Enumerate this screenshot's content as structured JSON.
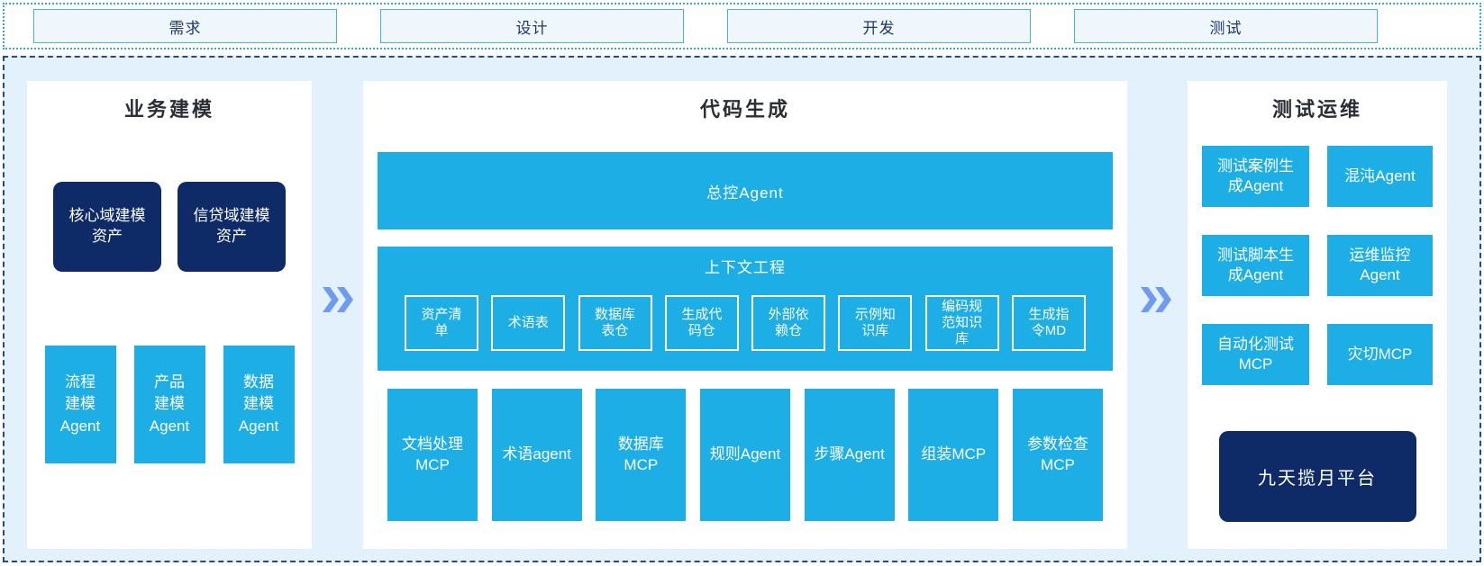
{
  "colors": {
    "cyan": "#1caee4",
    "navy": "#0e2b67",
    "arrow_blue": "#6e9bf0",
    "top_border": "#2bace2",
    "main_border": "#27497c",
    "main_bg": "#e2f1fb",
    "stage_fill": "#eff7fc",
    "stage_text": "#1f3864"
  },
  "top_flow": {
    "stages": [
      {
        "label": "需求"
      },
      {
        "label": "设计"
      },
      {
        "label": "开发"
      },
      {
        "label": "测试"
      }
    ]
  },
  "panels": {
    "business_modeling": {
      "title": "业务建模",
      "asset_boxes": [
        {
          "label": "核心域建模\n资产"
        },
        {
          "label": "信贷域建模\n资产"
        }
      ],
      "agent_boxes": [
        {
          "label": "流程\n建模\nAgent"
        },
        {
          "label": "产品\n建模\nAgent"
        },
        {
          "label": "数据\n建模\nAgent"
        }
      ]
    },
    "code_generation": {
      "title": "代码生成",
      "master_agent": "总控Agent",
      "context_engineering": {
        "title": "上下文工程",
        "items": [
          {
            "label": "资产清\n单"
          },
          {
            "label": "术语表"
          },
          {
            "label": "数据库\n表仓"
          },
          {
            "label": "生成代\n码仓"
          },
          {
            "label": "外部依\n赖仓"
          },
          {
            "label": "示例知\n识库"
          },
          {
            "label": "编码规\n范知识\n库"
          },
          {
            "label": "生成指\n令MD"
          }
        ]
      },
      "tool_boxes": [
        {
          "label": "文档处理\nMCP"
        },
        {
          "label": "术语agent"
        },
        {
          "label": "数据库\nMCP"
        },
        {
          "label": "规则Agent"
        },
        {
          "label": "步骤Agent"
        },
        {
          "label": "组装MCP"
        },
        {
          "label": "参数检查\nMCP"
        }
      ]
    },
    "test_ops": {
      "title": "测试运维",
      "boxes": [
        {
          "label": "测试案例生\n成Agent"
        },
        {
          "label": "混沌Agent"
        },
        {
          "label": "测试脚本生\n成Agent"
        },
        {
          "label": "运维监控\nAgent"
        },
        {
          "label": "自动化测试\nMCP"
        },
        {
          "label": "灾切MCP"
        }
      ],
      "platform": "九天揽月平台"
    }
  }
}
